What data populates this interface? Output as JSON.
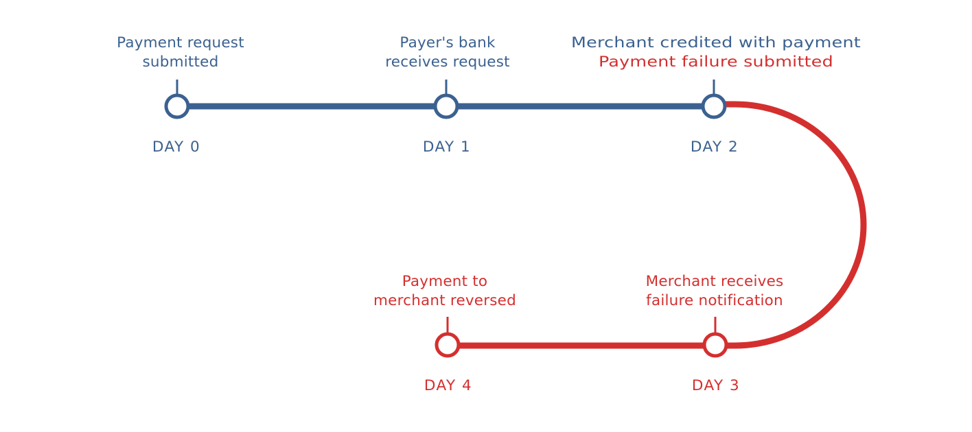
{
  "colors": {
    "blue": "#3b6190",
    "red": "#d42f2f",
    "background": "#ffffff"
  },
  "events": [
    {
      "id": "day0",
      "day_label": "DAY 0",
      "title_lines": [
        "Payment request",
        "submitted"
      ],
      "track": "blue"
    },
    {
      "id": "day1",
      "day_label": "DAY 1",
      "title_lines": [
        "Payer's bank",
        "receives request"
      ],
      "track": "blue"
    },
    {
      "id": "day2",
      "day_label": "DAY 2",
      "title_lines": [
        "Merchant credited with payment",
        "Payment failure submitted"
      ],
      "track": "blue"
    },
    {
      "id": "day3",
      "day_label": "DAY 3",
      "title_lines": [
        "Merchant receives",
        "failure notification"
      ],
      "track": "red"
    },
    {
      "id": "day4",
      "day_label": "DAY 4",
      "title_lines": [
        "Payment to",
        "merchant reversed"
      ],
      "track": "red"
    }
  ]
}
